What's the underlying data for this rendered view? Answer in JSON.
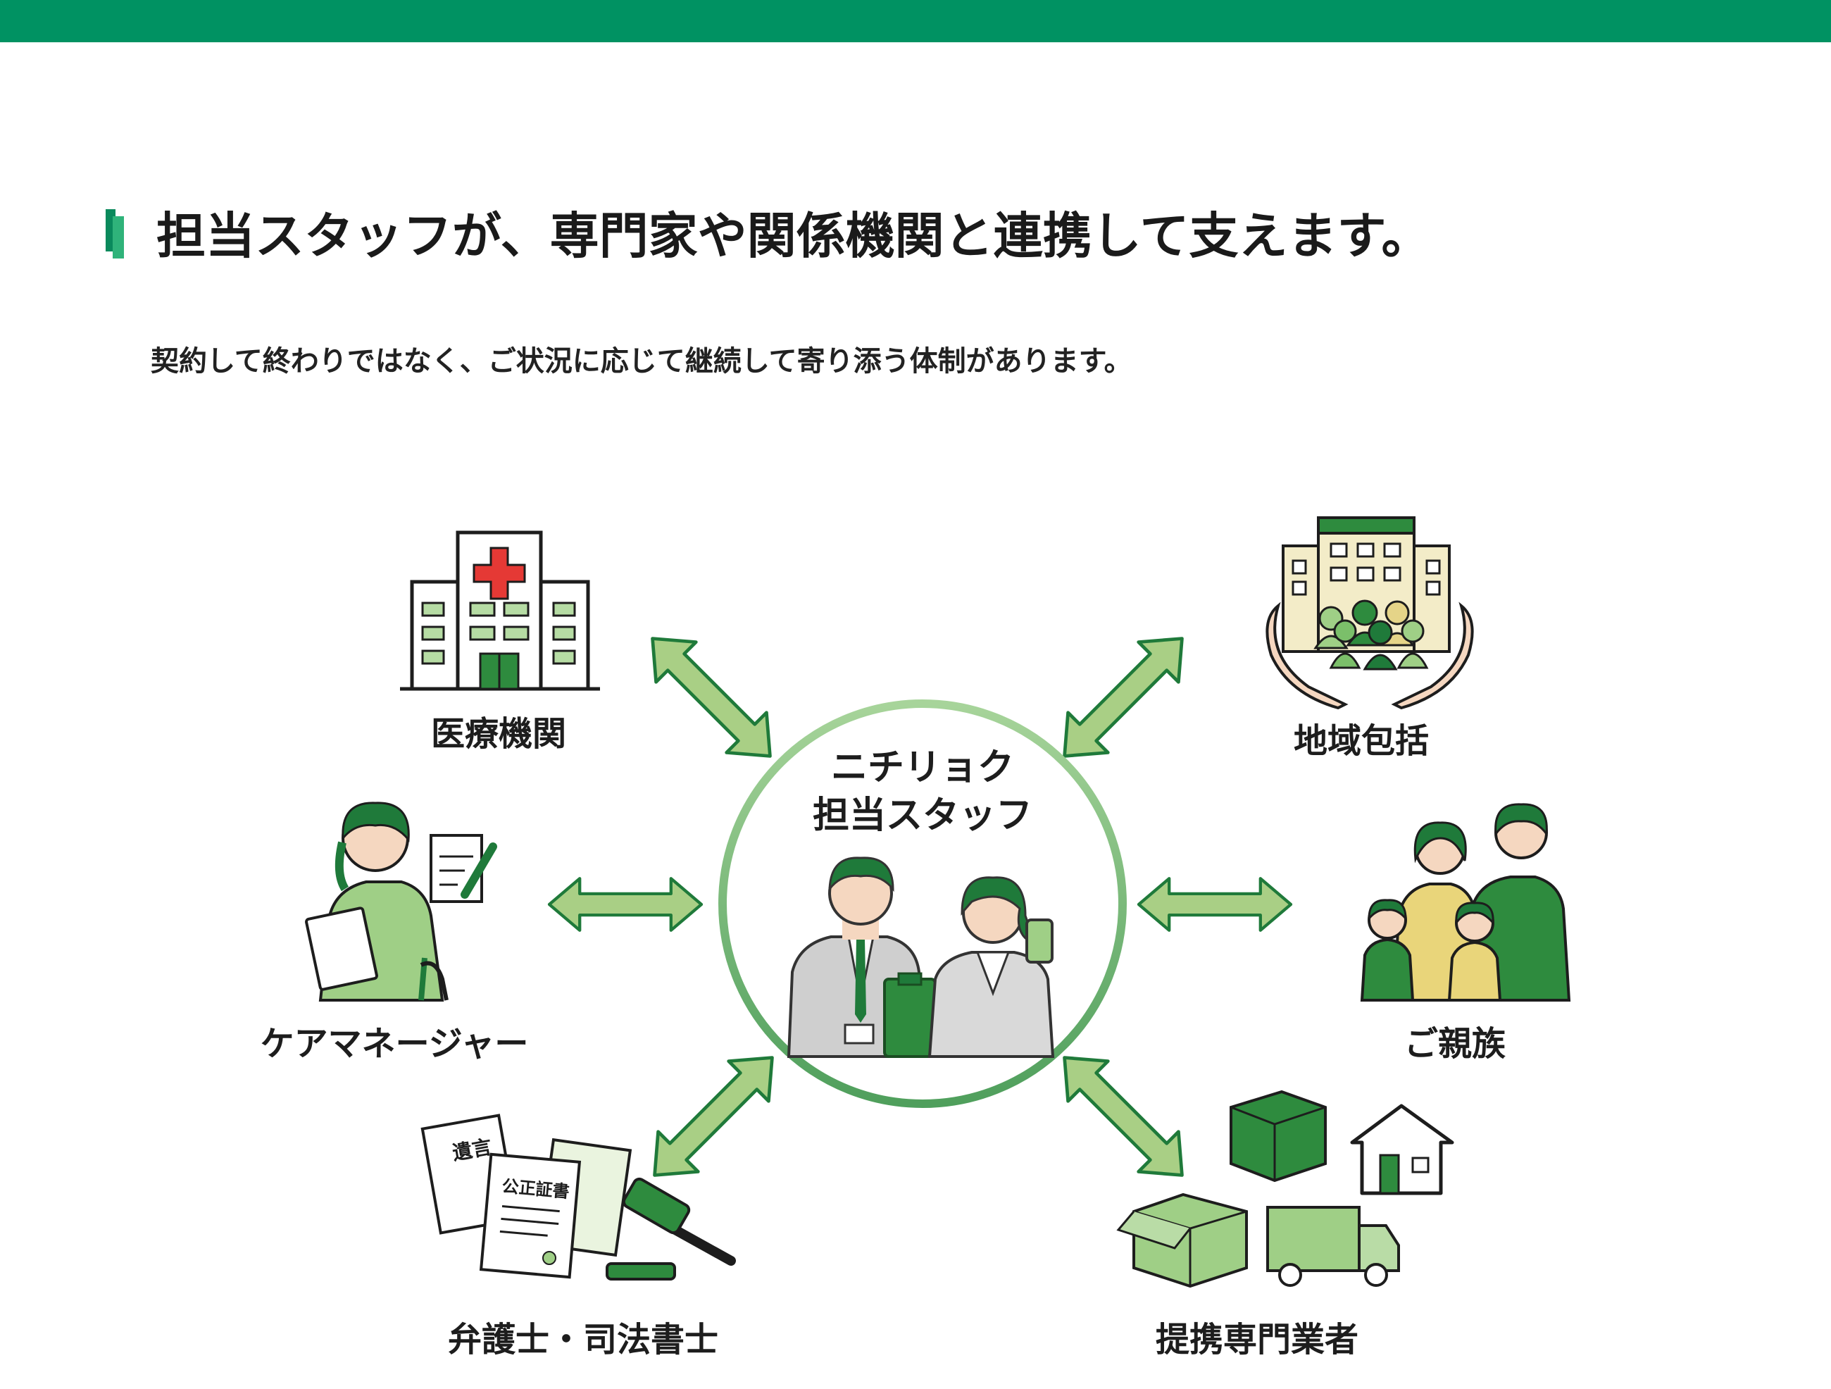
{
  "colors": {
    "brand": "#009262",
    "arrow_fill": "#a9cf85",
    "arrow_stroke": "#1f7a3a",
    "icon_dark": "#1f7a3a",
    "icon_light": "#9fcf86",
    "circle": "#7fbf7a"
  },
  "heading": "担当スタッフが、専門家や関係機関と連携して支えます。",
  "lead": "契約して終わりではなく、ご状況に応じて継続して寄り添う体制があります。",
  "center": {
    "line1": "ニチリョク",
    "line2": "担当スタッフ",
    "icon": "two-staff-icon"
  },
  "nodes": [
    {
      "label": "医療機関",
      "icon": "hospital-icon"
    },
    {
      "label": "地域包括",
      "icon": "community-care-icon"
    },
    {
      "label": "ケアマネージャー",
      "icon": "care-manager-icon"
    },
    {
      "label": "ご親族",
      "icon": "family-icon"
    },
    {
      "label": "弁護士・司法書士",
      "icon": "legal-documents-icon"
    },
    {
      "label": "提携専門業者",
      "icon": "moving-services-icon"
    }
  ],
  "icon_text": {
    "will": "遺言",
    "notary": "公正証書"
  }
}
